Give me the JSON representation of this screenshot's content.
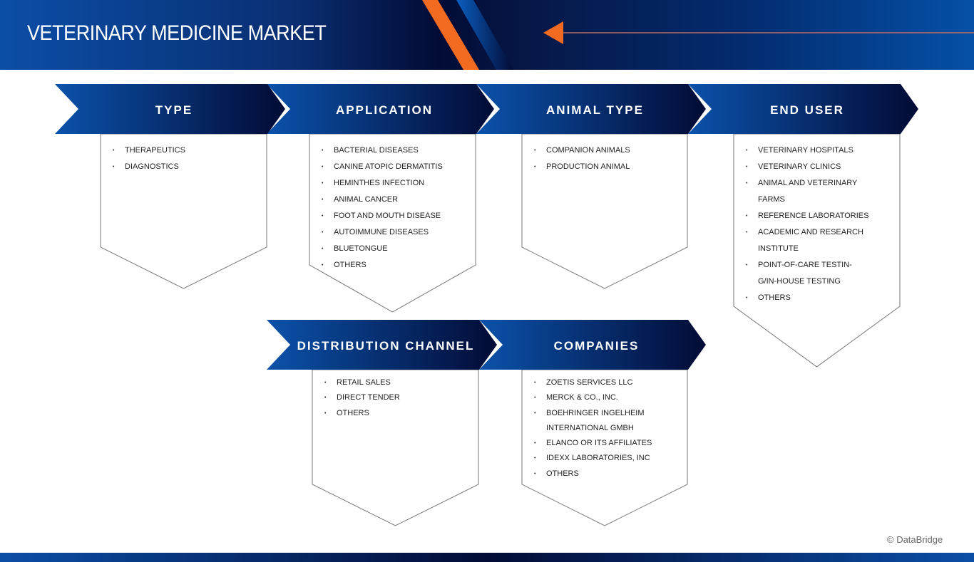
{
  "title": "VETERINARY MEDICINE MARKET",
  "colors": {
    "accent": "#f26b21",
    "blue": "#0b4ea6",
    "navy": "#020b35"
  },
  "segments": [
    {
      "label": "TYPE",
      "items": [
        "THERAPEUTICS",
        "DIAGNOSTICS"
      ]
    },
    {
      "label": "APPLICATION",
      "items": [
        "BACTERIAL DISEASES",
        "CANINE ATOPIC DERMATITIS",
        "HEMINTHES INFECTION",
        "ANIMAL CANCER",
        "FOOT AND MOUTH DISEASE",
        "AUTOIMMUNE DISEASES",
        "BLUETONGUE",
        "OTHERS"
      ]
    },
    {
      "label": "ANIMAL TYPE",
      "items": [
        "COMPANION ANIMALS",
        "PRODUCTION ANIMAL"
      ]
    },
    {
      "label": "END USER",
      "items": [
        [
          "VETERINARY HOSPITALS"
        ],
        [
          "VETERINARY CLINICS"
        ],
        [
          "ANIMAL AND VETERINARY",
          "FARMS"
        ],
        [
          "REFERENCE LABORATORIES"
        ],
        [
          "ACADEMIC AND RESEARCH",
          "INSTITUTE"
        ],
        [
          "POINT-OF-CARE TESTIN-",
          "G/IN-HOUSE TESTING"
        ],
        [
          "OTHERS"
        ]
      ]
    },
    {
      "label": "DISTRIBUTION CHANNEL",
      "items": [
        "RETAIL SALES",
        "DIRECT TENDER",
        "OTHERS"
      ]
    },
    {
      "label": "COMPANIES",
      "items": [
        [
          "ZOETIS SERVICES LLC"
        ],
        [
          "MERCK & CO., INC."
        ],
        [
          "BOEHRINGER INGELHEIM",
          "INTERNATIONAL GMBH"
        ],
        [
          "ELANCO OR ITS AFFILIATES"
        ],
        [
          "IDEXX LABORATORIES, INC"
        ],
        [
          "OTHERS"
        ]
      ]
    }
  ],
  "copyright": "© DataBridge"
}
